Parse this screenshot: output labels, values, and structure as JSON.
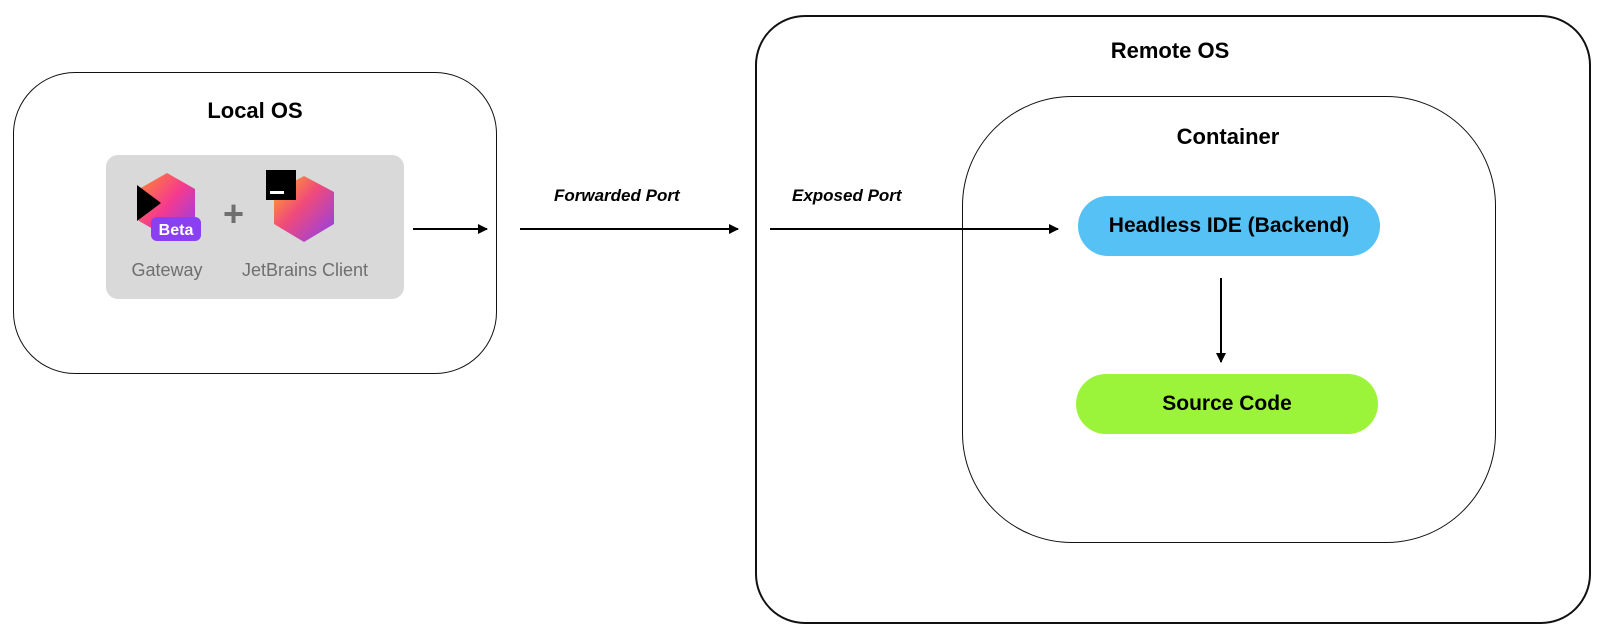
{
  "local_os": {
    "title": "Local OS",
    "apps": [
      {
        "label": "Gateway",
        "badge": "Beta",
        "icon": "gateway-icon"
      },
      {
        "label": "JetBrains Client",
        "icon": "jetbrains-client-icon"
      }
    ],
    "plus": "+"
  },
  "edges": {
    "forwarded_port": "Forwarded Port",
    "exposed_port": "Exposed Port"
  },
  "remote_os": {
    "title": "Remote OS",
    "container": {
      "title": "Container",
      "ide": {
        "label": "Headless IDE (Backend)",
        "color": "#55c1f4"
      },
      "source": {
        "label": "Source Code",
        "color": "#9cf43a"
      }
    }
  },
  "colors": {
    "panel_background": "#d9d9d9",
    "beta_badge": "#8a3ff0"
  }
}
